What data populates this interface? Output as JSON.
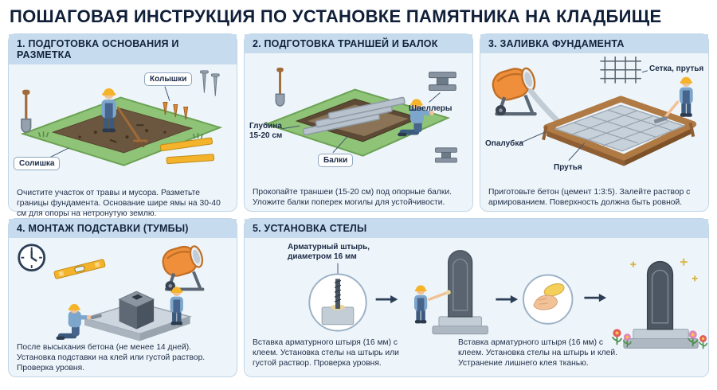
{
  "header": {
    "title": "ПОШАГОВАЯ ИНСТРУКЦИЯ ПО УСТАНОВКЕ ПАМЯТНИКА НА КЛАДБИЩЕ"
  },
  "colors": {
    "title_text": "#101f38",
    "panel_bg": "#eef5fa",
    "panel_header_bg": "#c6dcee",
    "grass_green": "#8fc378",
    "soil_brown": "#6b563f",
    "accent_yellow": "#f3b32b",
    "mixer_orange": "#ef8f3c",
    "concrete_gray": "#c3cdd6",
    "stone_dark": "#4d5763"
  },
  "panels": {
    "p1": {
      "title": "1. ПОДГОТОВКА ОСНОВАНИЯ И РАЗМЕТКА",
      "labels": {
        "stakes": "Колышки",
        "sole": "Солишка"
      },
      "caption": "Очистите участок от травы и мусора. Разметьте границы фундамента. Основание шире ямы на 30-40 см для опоры на нетронутую землю."
    },
    "p2": {
      "title": "2. ПОДГОТОВКА ТРАНШЕЙ И БАЛОК",
      "labels": {
        "channels": "Швеллеры",
        "depth": "Глубина\n15-20 см",
        "beams": "Балки"
      },
      "caption": "Прокопайте траншеи (15-20 см) под опорные балки. Уложите балки поперек могилы для устойчивости."
    },
    "p3": {
      "title": "3. ЗАЛИВКА ФУНДАМЕНТА",
      "labels": {
        "mesh": "Сетка, прутья",
        "formwork": "Опалубка",
        "rods": "Прутья"
      },
      "caption": "Приготовьте бетон (цемент 1:3:5). Залейте раствор с армированием. Поверхность должна быть ровной."
    },
    "p4": {
      "title": "4. МОНТАЖ ПОДСТАВКИ (ТУМБЫ)",
      "caption": "После высыхания бетона (не менее 14 дней). Установка подставки на клей или густой раствор. Проверка уровня."
    },
    "p5": {
      "title": "5. УСТАНОВКА СТЕЛЫ",
      "labels": {
        "pin": "Арматурный штырь,\nдиаметром 16 мм"
      },
      "caption_left": "Вставка арматурного штыря (16 мм) с клеем. Установка стелы на штырь или густой раствор. Проверка уровня.",
      "caption_right": "Вставка арматурного штыря (16 мм) с клеем. Установка стелы на штырь и клей. Устранение лишнего клея тканью."
    }
  }
}
